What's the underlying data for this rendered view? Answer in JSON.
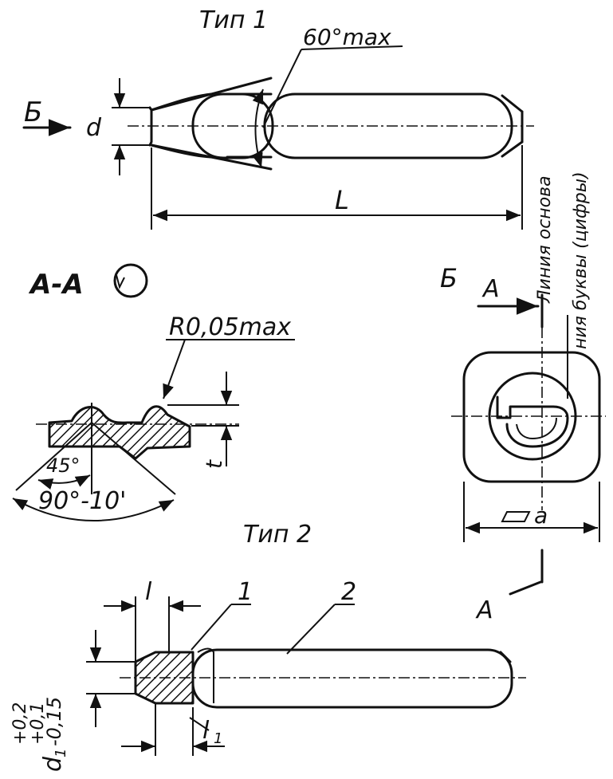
{
  "type1": {
    "title": "Тип 1",
    "angle_label": "60°max",
    "view_b": "Б",
    "dim_d": "d",
    "dim_L": "L"
  },
  "section": {
    "title": "А-А",
    "radius_label": "R0,05max",
    "dim_t": "t",
    "angle_45": "45°",
    "angle_90": "90°-10'"
  },
  "view_b": {
    "title": "Б",
    "cut_A_top": "А",
    "cut_A_bottom": "А",
    "dim_a": "a",
    "baseline_note_1": "Линия основа",
    "baseline_note_2": "ния буквы (цифры)"
  },
  "type2": {
    "title": "Тип 2",
    "dim_l": "l",
    "dim_l1": "l",
    "dim_l1_sub": "1",
    "callout_1": "1",
    "callout_2": "2",
    "dim_d1": "d",
    "dim_d1_sub": "1",
    "tol_1": "+0,2",
    "tol_2": "+0,1",
    "tol_3": "-0,15"
  }
}
